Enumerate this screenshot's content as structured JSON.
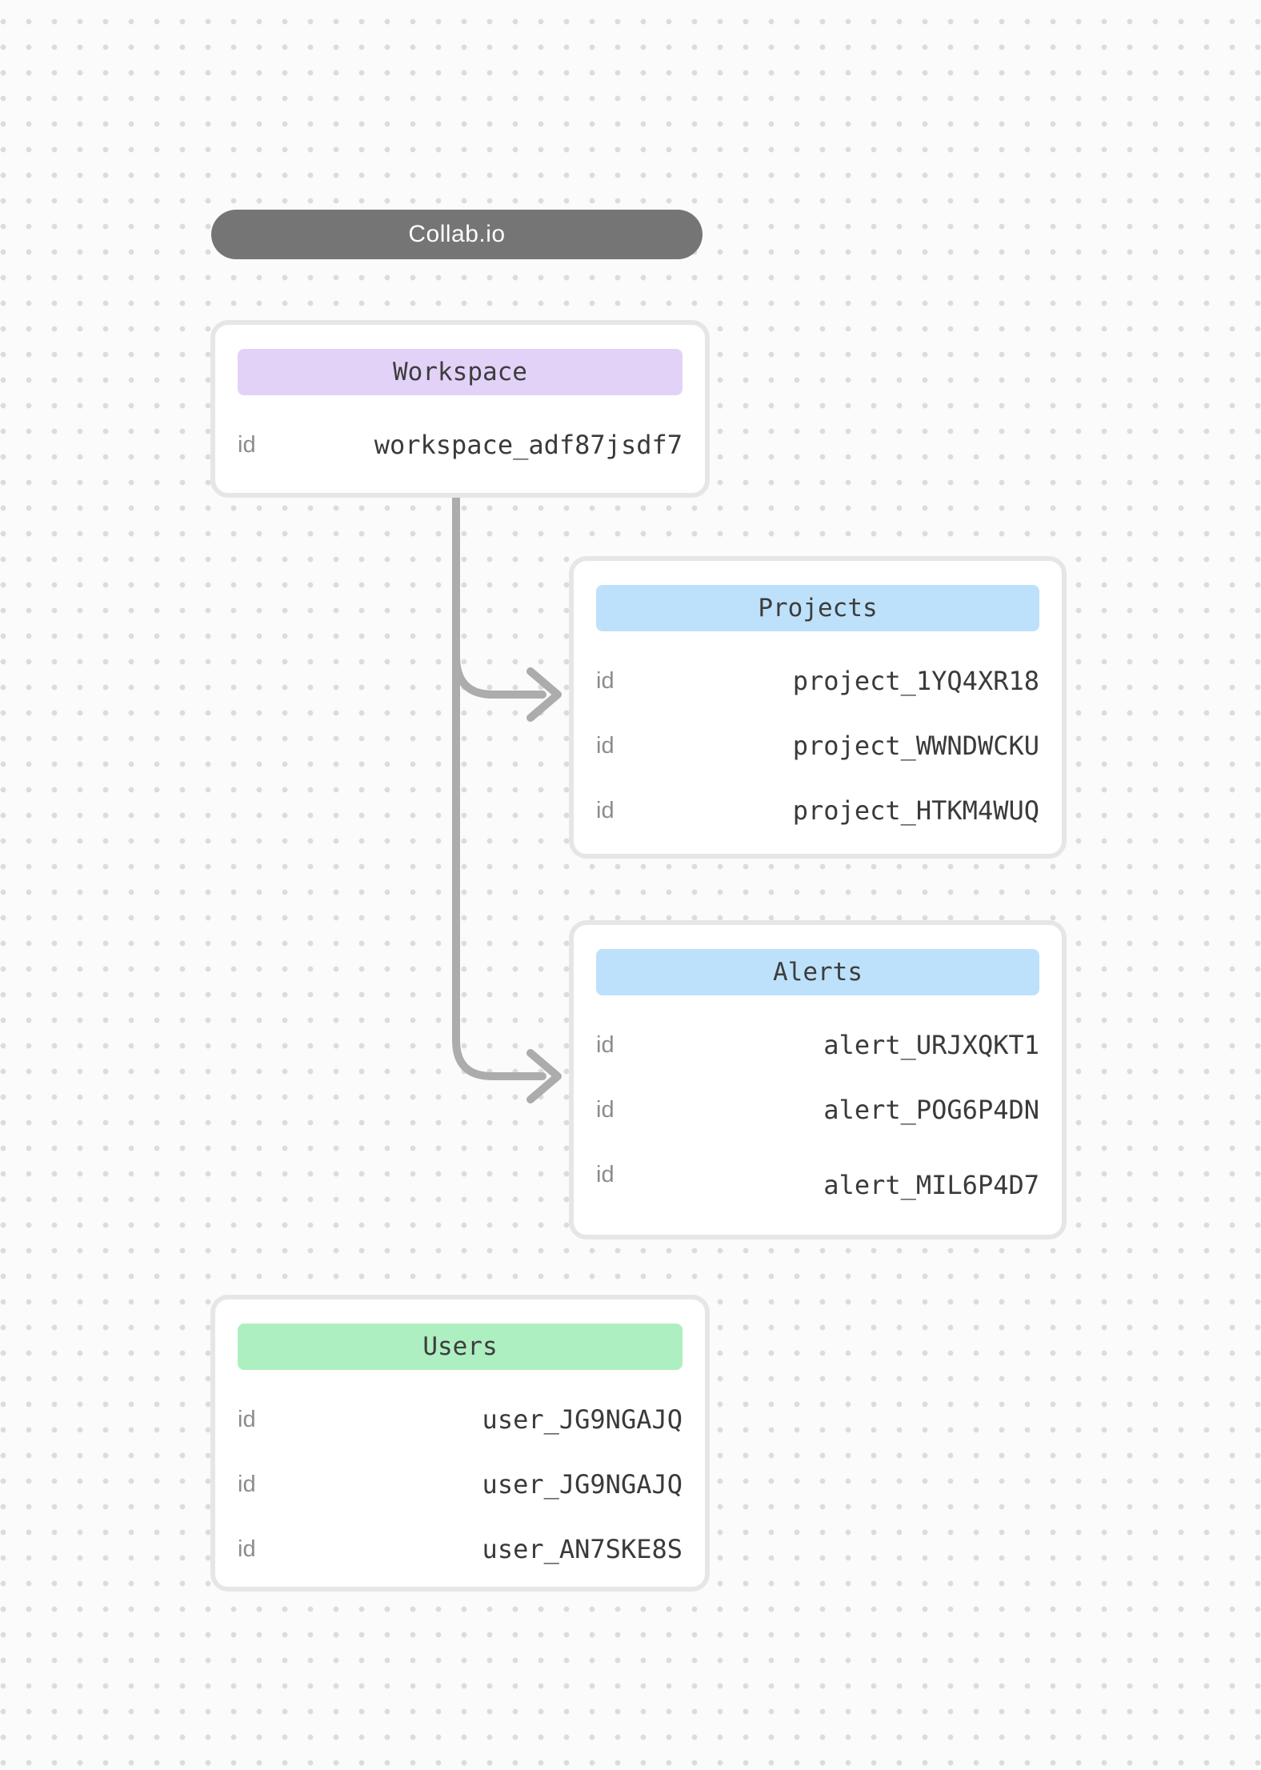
{
  "app": {
    "title": "Collab.io"
  },
  "colors": {
    "canvas_bg": "#fbfbfb",
    "dot_grid": "#dcdcdc",
    "title_pill_bg": "#757575",
    "title_pill_text": "#ffffff",
    "card_border": "#e6e6e6",
    "header_purple": "#e3d2f8",
    "header_blue": "#bee1fb",
    "header_green": "#aeefc1",
    "label_gray": "#8c8c8c",
    "value_dark": "#3a3a3a",
    "connector_gray": "#acacac"
  },
  "cards": [
    {
      "title": "Workspace",
      "header_color": "#e3d2f8",
      "rows": [
        {
          "label": "id",
          "value": "workspace_adf87jsdf7"
        }
      ]
    },
    {
      "title": "Projects",
      "header_color": "#bee1fb",
      "rows": [
        {
          "label": "id",
          "value": "project_1YQ4XR18"
        },
        {
          "label": "id",
          "value": "project_WWNDWCKU"
        },
        {
          "label": "id",
          "value": "project_HTKM4WUQ"
        }
      ]
    },
    {
      "title": "Alerts",
      "header_color": "#bee1fb",
      "rows": [
        {
          "label": "id",
          "value": "alert_URJXQKT1"
        },
        {
          "label": "id",
          "value": "alert_POG6P4DN"
        },
        {
          "label": "id",
          "value": "alert_MIL6P4D7"
        }
      ]
    },
    {
      "title": "Users",
      "header_color": "#aeefc1",
      "rows": [
        {
          "label": "id",
          "value": "user_JG9NGAJQ"
        },
        {
          "label": "id",
          "value": "user_JG9NGAJQ"
        },
        {
          "label": "id",
          "value": "user_AN7SKE8S"
        }
      ]
    }
  ]
}
